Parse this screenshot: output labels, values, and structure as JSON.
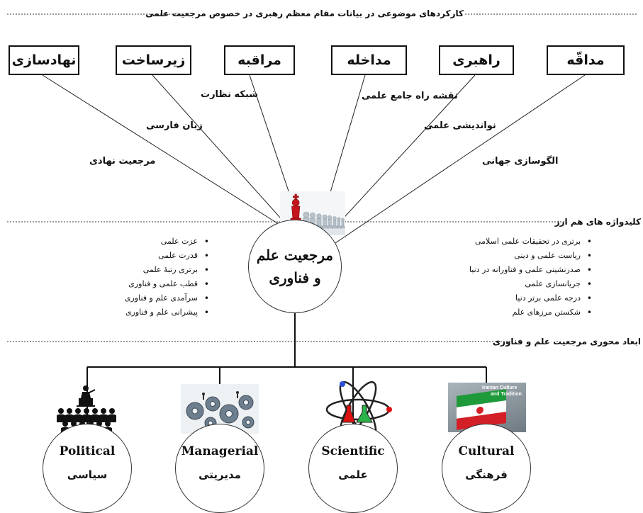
{
  "header": {
    "title": "کارکردهای موضوعی در بیانات مقام معظم رهبری در خصوص مرجعیت علمی"
  },
  "functions": [
    {
      "label": "نهادسازی"
    },
    {
      "label": "زیرساخت"
    },
    {
      "label": "مراقبه"
    },
    {
      "label": "مداخله"
    },
    {
      "label": "راهبری"
    },
    {
      "label": "مداقّه"
    }
  ],
  "branches": [
    {
      "label": "مرجعیت نهادی"
    },
    {
      "label": "زبان فارسی"
    },
    {
      "label": "شبکه نظارت"
    },
    {
      "label": "نقشه راه جامع علمی"
    },
    {
      "label": "نواندیشی علمی"
    },
    {
      "label": "الگوسازی جهانی"
    }
  ],
  "keywords_section": {
    "title": "کلیدواژه های هم ارز"
  },
  "center": {
    "line1": "مرجعیت علم",
    "line2": "و فناوری"
  },
  "keywords_right": [
    "برتری در تحقیقات علمی   اسلامی",
    "ریاست علمی و دینی",
    "صدرنشینی علمی و فناورانه در دنیا",
    "جریانسازی علمی",
    "درجه علمی برتر دنیا",
    "شکستن مرزهای علم"
  ],
  "keywords_left": [
    "عزت علمی",
    "قدرت علمی",
    "برتری رتبهٔ علمی",
    "قطب علمی و فناوری",
    "سرآمدی علم و فناوری",
    "پیشرانی علم و فناوری"
  ],
  "dimensions_section": {
    "title": "ابعاد محوری مرجعیت علم و فناوری"
  },
  "dimensions": [
    {
      "en": "Political",
      "fa": "سیاسی"
    },
    {
      "en": "Managerial",
      "fa": "مدیریتی"
    },
    {
      "en": "Scientific",
      "fa": "علمی"
    },
    {
      "en": "Cultural",
      "fa": "فرهنگی"
    }
  ],
  "cultural_image": {
    "caption_line1": "Iranian Culture",
    "caption_line2": "and Tradition"
  }
}
